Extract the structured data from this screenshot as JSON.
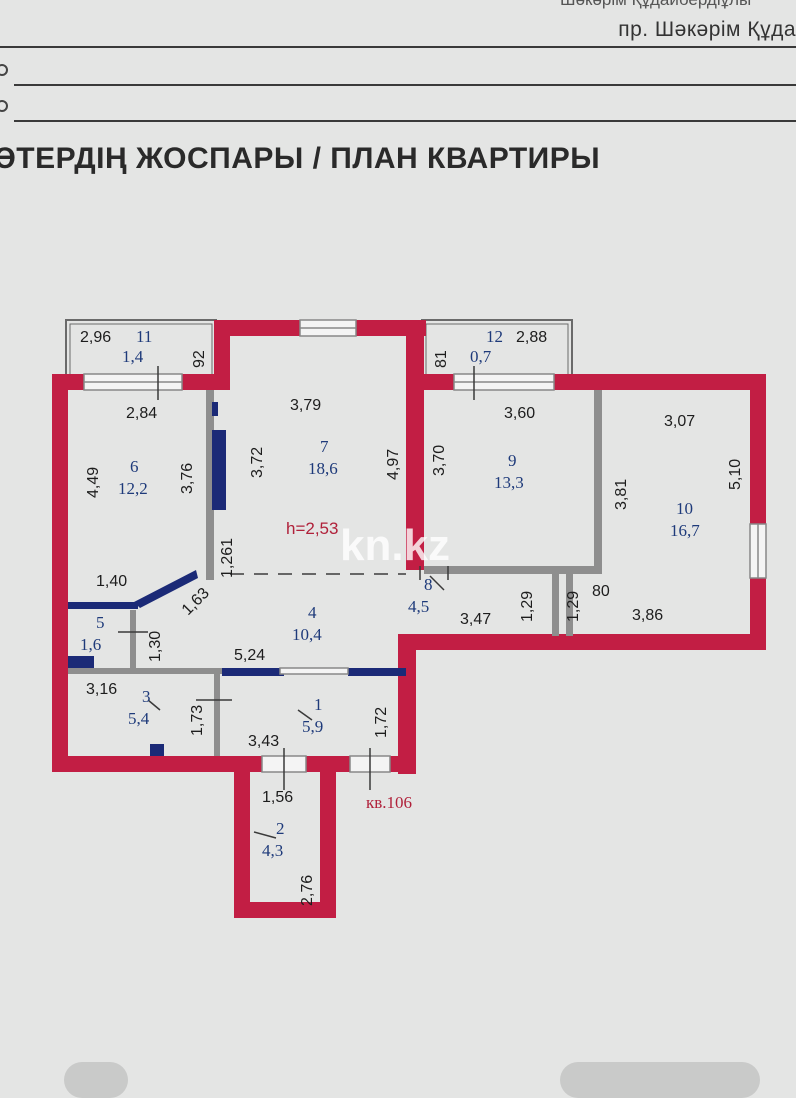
{
  "header": {
    "address_top": "Шәкәрім Құдайбердіұлы",
    "address": "пр. Шәкәрім Құда",
    "title": "ӘТЕРДІҢ ЖОСПАРЫ / ПЛАН КВАРТИРЫ"
  },
  "plan": {
    "apartment_label": "кв.106",
    "ceiling_height": "h=2,53",
    "watermark": "kn.kz",
    "rooms": [
      {
        "num": "1",
        "area": "5,9"
      },
      {
        "num": "2",
        "area": "4,3"
      },
      {
        "num": "3",
        "area": "5,4"
      },
      {
        "num": "4",
        "area": "10,4"
      },
      {
        "num": "5",
        "area": "1,6"
      },
      {
        "num": "6",
        "area": "12,2"
      },
      {
        "num": "7",
        "area": "18,6"
      },
      {
        "num": "8",
        "area": "4,5"
      },
      {
        "num": "9",
        "area": "13,3"
      },
      {
        "num": "10",
        "area": "16,7"
      },
      {
        "num": "11",
        "area": "1,4"
      },
      {
        "num": "12",
        "area": "0,7"
      }
    ],
    "dimensions": [
      "2,96",
      "92",
      "2,84",
      "4,49",
      "3,76",
      "3,79",
      "3,72",
      "4,97",
      "81",
      "2,88",
      "3,60",
      "3,70",
      "3,81",
      "3,07",
      "5,10",
      "1,40",
      "1,261",
      "1,63",
      "1,30",
      "5,24",
      "3,47",
      "1,29",
      "1,29",
      "80",
      "3,86",
      "3,16",
      "1,73",
      "3,43",
      "1,72",
      "1,56",
      "2,76"
    ]
  }
}
